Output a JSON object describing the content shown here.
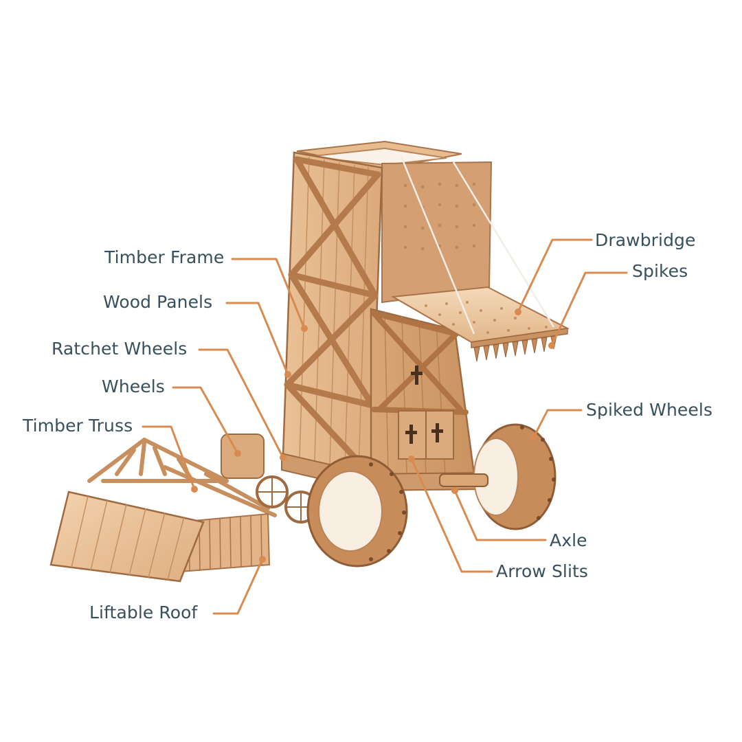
{
  "colors": {
    "label_text": "#37505a",
    "leader_line": "#d98a4e",
    "wood_light": "#f0d0ad",
    "wood_mid": "#deae80",
    "wood_dark": "#b77f52",
    "wood_shadow": "#8f5c36",
    "wheel_face": "#f8eee2"
  },
  "labels": {
    "timber_frame": "Timber Frame",
    "wood_panels": "Wood Panels",
    "ratchet_wheels": "Ratchet Wheels",
    "wheels": "Wheels",
    "timber_truss": "Timber Truss",
    "liftable_roof": "Liftable Roof",
    "drawbridge": "Drawbridge",
    "spikes": "Spikes",
    "spiked_wheels": "Spiked Wheels",
    "axle": "Axle",
    "arrow_slits": "Arrow Slits"
  }
}
